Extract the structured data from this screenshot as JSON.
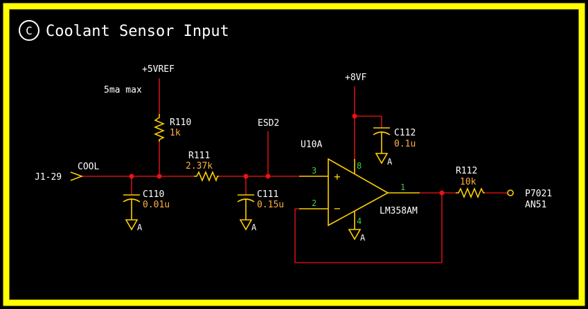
{
  "title": {
    "badge": "C",
    "text": "Coolant Sensor Input"
  },
  "colors": {
    "border": "#ffff00",
    "wire": "#cc1111",
    "component": "#ffd000",
    "label": "#ffffff",
    "value": "#ffb040",
    "pin": "#44cc44",
    "background": "#000000"
  },
  "nets": {
    "vref": "+5VREF",
    "vref_note": "5ma max",
    "supply": "+8VF",
    "esd": "ESD2",
    "input_connector": "J1-29",
    "input_net": "COOL",
    "output_pin": "P7021",
    "output_net": "AN51",
    "ground_symbol": "A"
  },
  "components": {
    "r110": {
      "ref": "R110",
      "value": "1k"
    },
    "r111": {
      "ref": "R111",
      "value": "2.37k"
    },
    "r112": {
      "ref": "R112",
      "value": "10k"
    },
    "c110": {
      "ref": "C110",
      "value": "0.01u"
    },
    "c111": {
      "ref": "C111",
      "value": "0.15u"
    },
    "c112": {
      "ref": "C112",
      "value": "0.1u"
    },
    "u10a": {
      "ref": "U10A",
      "part": "LM358AM"
    }
  },
  "opamp_pins": {
    "in_plus": "3",
    "in_minus": "2",
    "vcc": "8",
    "gnd": "4",
    "out": "1",
    "plus_sign": "+",
    "minus_sign": "−"
  }
}
